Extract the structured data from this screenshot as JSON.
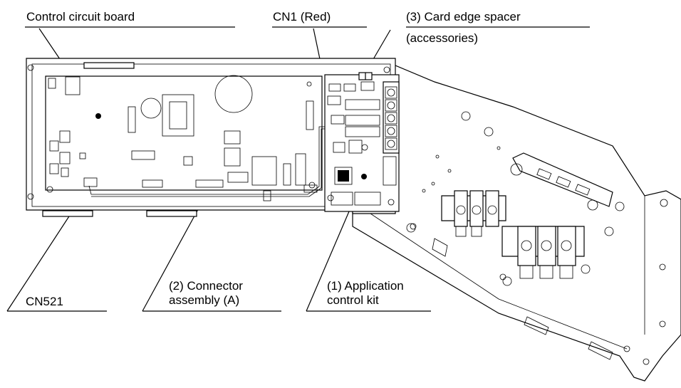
{
  "labels": {
    "control_circuit_board": "Control circuit board",
    "cn1_red": "CN1 (Red)",
    "card_edge_spacer_line1": "(3) Card edge spacer",
    "card_edge_spacer_line2": "(accessories)",
    "cn521": "CN521",
    "connector_assembly_line1": "(2) Connector",
    "connector_assembly_line2": "assembly (A)",
    "application_control_kit_line1": "(1) Application",
    "application_control_kit_line2": "control kit"
  }
}
